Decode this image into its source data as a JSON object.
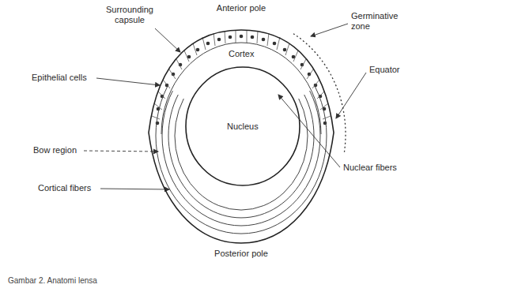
{
  "diagram": {
    "caption": "Gambar 2. Anatomi lensa",
    "nodes": [
      {
        "text": [
          "Cortex"
        ]
      },
      {
        "text": [
          "Nucleus"
        ],
        "in": 0
      }
    ],
    "labels": [
      "Anterior pole",
      "Surrounding capsule",
      "Germinative zone",
      "Epithelial cells",
      "Equator",
      "Bow region",
      "Cortical fibers",
      "Nuclear fibers",
      "Posterior pole"
    ]
  }
}
